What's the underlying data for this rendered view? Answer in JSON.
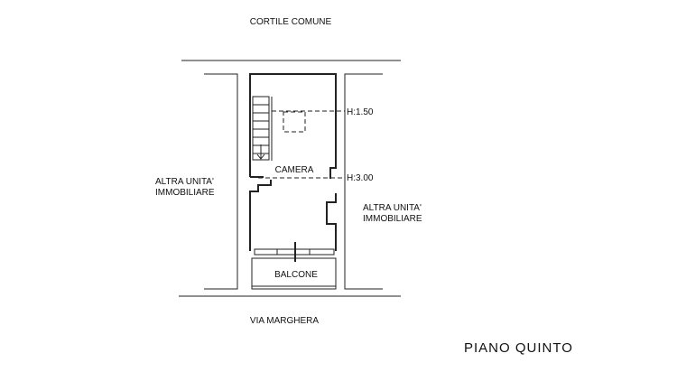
{
  "plan": {
    "top_label": "CORTILE COMUNE",
    "bottom_label": "VIA MARGHERA",
    "left_unit": [
      "ALTRA UNITA'",
      "IMMOBILIARE"
    ],
    "right_unit": [
      "ALTRA UNITA'",
      "IMMOBILIARE"
    ],
    "room_label": "CAMERA",
    "balcony_label": "BALCONE",
    "height_upper": "H:1.50",
    "height_lower": "H:3.00",
    "floor_title": "PIANO  QUINTO"
  }
}
